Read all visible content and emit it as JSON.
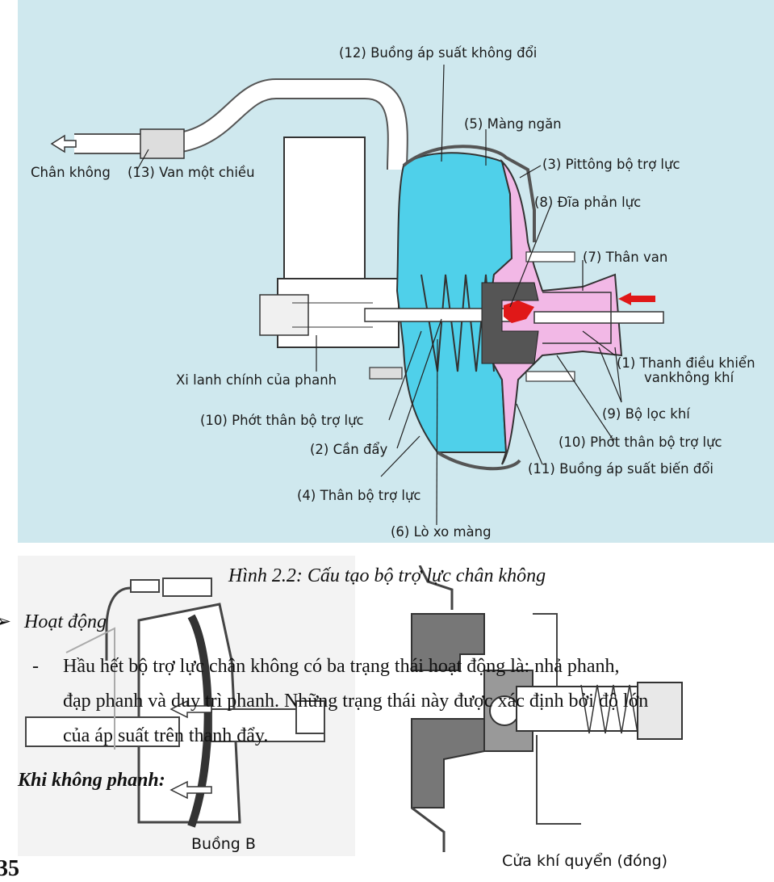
{
  "figure_top": {
    "labels": {
      "l12": "(12) Buồng áp suất không đổi",
      "l5": "(5) Màng ngăn",
      "l3": "(3) Pittông bộ trợ lực",
      "chan_khong": "Chân không",
      "l13": "(13) Van một chiều",
      "l8": "(8) Đĩa phản lực",
      "l7": "(7) Thân van",
      "l1a": "(1) Thanh điều khiển",
      "l1b": "vankhông khí",
      "xi_lanh": "Xi lanh chính của phanh",
      "l10a": "(10) Phớt thân bộ trợ lực",
      "l9": "(9) Bộ lọc khí",
      "l2": "(2) Cần đẩy",
      "l10b": "(10) Phớt thân bộ trợ lực",
      "l11": "(11) Buồng áp suất biến đổi",
      "l4": "(4) Thân bộ trợ lực",
      "l6": "(6) Lò xo màng"
    },
    "colors": {
      "background": "#cfe8ee",
      "chamber": "#4fd0ea",
      "variable": "#f2b8e6",
      "green": "#19c419",
      "red": "#e01818"
    }
  },
  "caption": "Hình 2.2: Cấu tạo bộ trợ lực chân không",
  "heading_operation": "Hoạt động",
  "bullet_arrow": "➢",
  "dash": "-",
  "paragraph_lines": [
    "Hầu hết bộ trợ lực chân không có ba trạng thái hoạt động là: nhả phanh,",
    "đạp phanh và duy trì phanh. Những trạng thái này được xác định bởi độ lớn",
    "của áp suất trên thanh đẩy."
  ],
  "sub_heading": "Khi không phanh:",
  "figure_bottom_left": {
    "label": "Buồng B"
  },
  "figure_bottom_right": {
    "label": "Cửa khí quyển (đóng)"
  },
  "page_number": "35"
}
